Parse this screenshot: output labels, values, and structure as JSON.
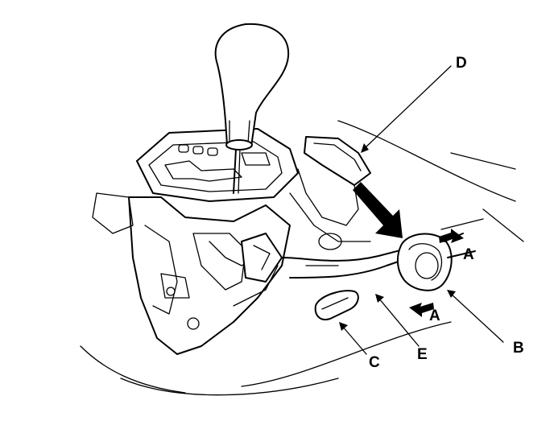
{
  "diagram": {
    "callouts": {
      "a_top": "A",
      "a_bottom": "A",
      "b": "B",
      "c": "C",
      "d": "D",
      "e": "E"
    }
  }
}
